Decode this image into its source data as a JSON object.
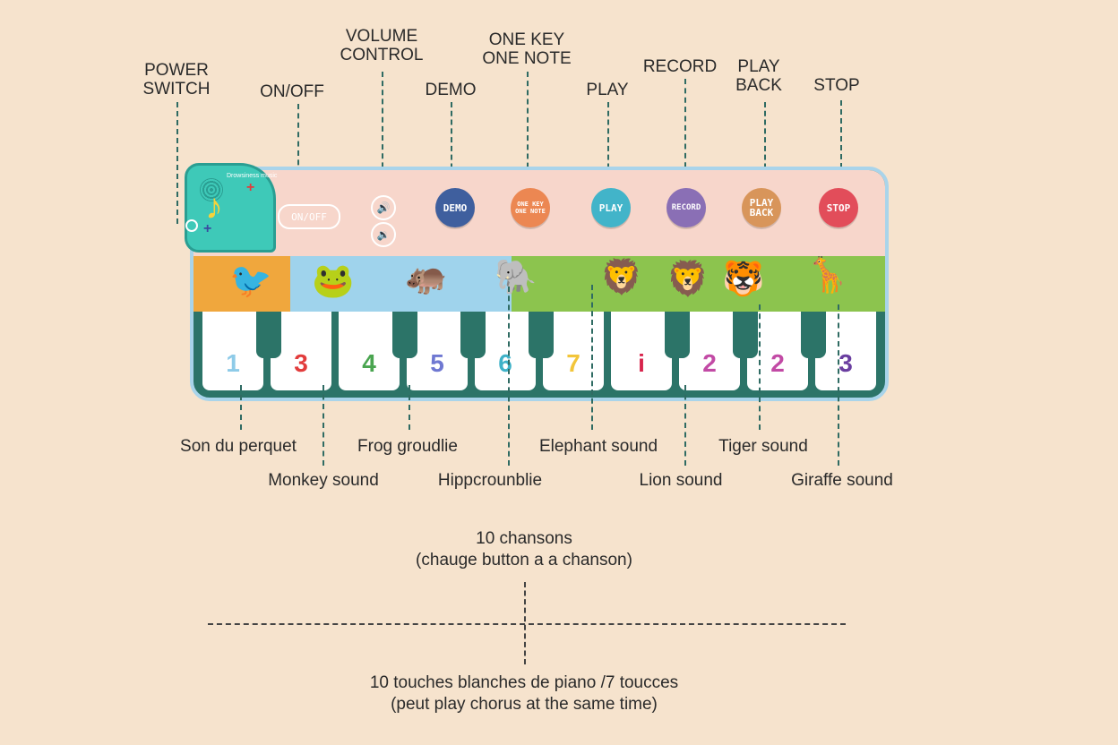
{
  "top_labels": {
    "power_switch": "POWER\nSWITCH",
    "on_off": "ON/OFF",
    "volume_control": "VOLUME\nCONTROL",
    "demo": "DEMO",
    "one_key_one_note": "ONE KEY\nONE NOTE",
    "play": "PLAY",
    "record": "RECORD",
    "play_back": "PLAY\nBACK",
    "stop": "STOP"
  },
  "mat": {
    "brand_text": "Drowsiness music",
    "on_off_button": "ON/OFF",
    "volume_icons": [
      "🔊",
      "🔉"
    ],
    "buttons": [
      {
        "label": "DEMO",
        "color": "#3f5f9e"
      },
      {
        "label": "ONE KEY\nONE NOTE",
        "color": "#ec8752"
      },
      {
        "label": "PLAY",
        "color": "#42b4c9"
      },
      {
        "label": "RECORD",
        "color": "#8a6fb5"
      },
      {
        "label": "PLAY\nBACK",
        "color": "#d8955a"
      },
      {
        "label": "STOP",
        "color": "#e24d5a"
      }
    ],
    "animals": [
      "🐦",
      "🐸",
      "🦛",
      "🐘",
      "🦁",
      "🦁",
      "🐯",
      "🦒"
    ],
    "keys": [
      {
        "note": "1",
        "color": "#8ecbe8"
      },
      {
        "note": "3",
        "color": "#e23c3c"
      },
      {
        "note": "4",
        "color": "#4aa550"
      },
      {
        "note": "5",
        "color": "#6f78d2"
      },
      {
        "note": "6",
        "color": "#3fb2c8"
      },
      {
        "note": "7",
        "color": "#f2c53a"
      },
      {
        "note": "i",
        "color": "#d8244c"
      },
      {
        "note": "2",
        "color": "#c24aa5"
      },
      {
        "note": "2",
        "color": "#c24aa5"
      },
      {
        "note": "3",
        "color": "#6a3ea0"
      }
    ]
  },
  "bottom_labels": {
    "son_du_perquet": "Son du perquet",
    "monkey_sound": "Monkey sound",
    "frog_sound": "Frog groudlie",
    "hippo_sound": "Hippcrounblie",
    "elephant_sound": "Elephant sound",
    "lion_sound": "Lion sound",
    "tiger_sound": "Tiger sound",
    "giraffe_sound": "Giraffe sound"
  },
  "songs_note": {
    "line1": "10 chansons",
    "line2": "(chauge button a a chanson)"
  },
  "keys_note": {
    "line1": "10 touches blanches de piano /7 toucces",
    "line2": "(peut play chorus at the same time)"
  }
}
